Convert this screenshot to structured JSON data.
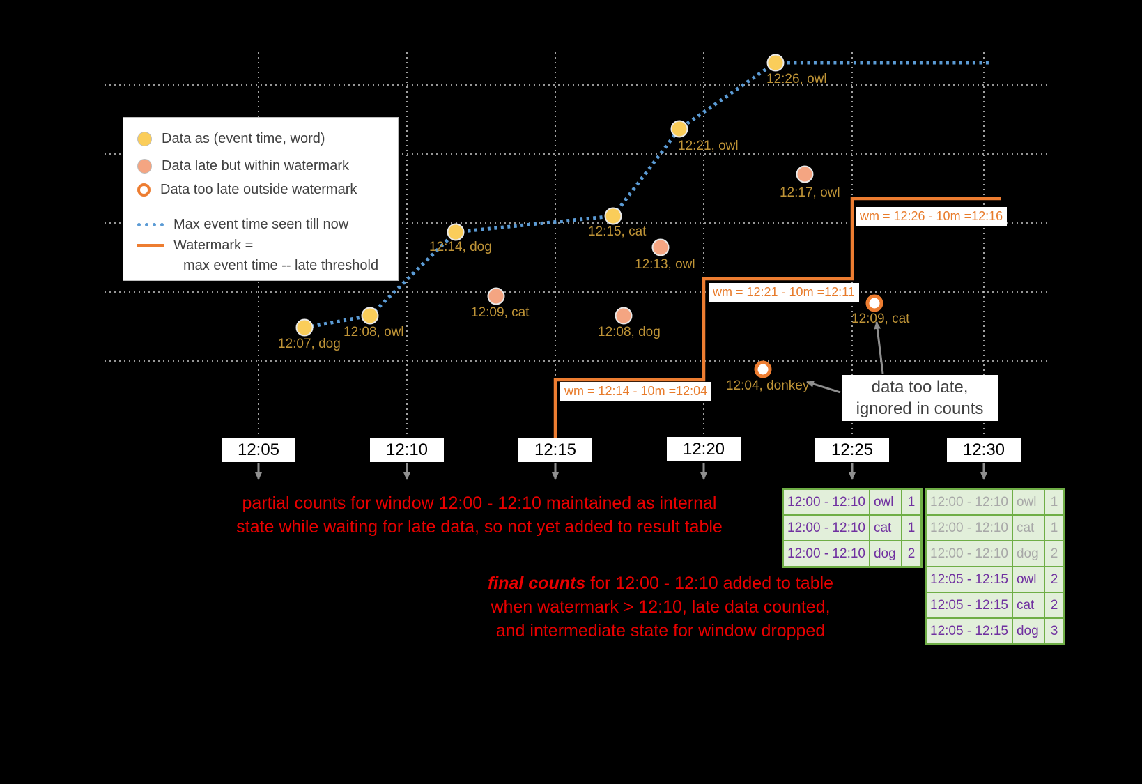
{
  "colors": {
    "background": "#000000",
    "on_time_point": "#FACD5A",
    "late_point": "#F4A582",
    "too_late_ring": "#ED7D31",
    "max_event_time_line": "#5B9BD5",
    "watermark_line": "#ED7D31",
    "point_label": "#BF9437",
    "annotation_red": "#E80000",
    "table_text": "#7030A0",
    "table_muted_text": "#A8A8A8",
    "table_border": "#6FAE46",
    "table_background": "#E2EFDA"
  },
  "legend": {
    "items": [
      {
        "label": "Data as (event time, word)"
      },
      {
        "label": "Data late but within watermark"
      },
      {
        "label": "Data too late outside watermark"
      },
      {
        "label": "Max event time seen till now"
      },
      {
        "label": "Watermark =",
        "label2": "max event time -- late threshold"
      }
    ]
  },
  "points": {
    "on_time": [
      {
        "label": "12:07, dog"
      },
      {
        "label": "12:08, owl"
      },
      {
        "label": "12:14, dog"
      },
      {
        "label": "12:15, cat"
      },
      {
        "label": "12:21, owl"
      },
      {
        "label": "12:26, owl"
      }
    ],
    "late": [
      {
        "label": "12:09, cat"
      },
      {
        "label": "12:08, dog"
      },
      {
        "label": "12:13, owl"
      },
      {
        "label": "12:17, owl"
      }
    ],
    "too_late": [
      {
        "label": "12:04, donkey"
      },
      {
        "label": "12:09, cat"
      }
    ]
  },
  "watermark_labels": [
    "wm = 12:14 - 10m =12:04",
    "wm = 12:21 - 10m =12:11",
    "wm = 12:26 - 10m =12:16"
  ],
  "axis": {
    "ticks": [
      "12:05",
      "12:10",
      "12:15",
      "12:20",
      "12:25",
      "12:30"
    ]
  },
  "annotations": {
    "partial_counts_line1": "partial counts for window 12:00 - 12:10 maintained as internal",
    "partial_counts_line2": "state while waiting for late data, so not yet added  to result table",
    "final_counts_em": "final counts",
    "final_counts_line1_rest": " for 12:00 - 12:10 added to table",
    "final_counts_line2": "when watermark > 12:10, late data counted,",
    "final_counts_line3": "and intermediate state for window dropped",
    "too_late_note_line1": "data too late,",
    "too_late_note_line2": "ignored in counts"
  },
  "result_tables": {
    "at_1225": {
      "rows": [
        {
          "window": "12:00 - 12:10",
          "word": "owl",
          "count": "1"
        },
        {
          "window": "12:00 - 12:10",
          "word": "cat",
          "count": "1"
        },
        {
          "window": "12:00 - 12:10",
          "word": "dog",
          "count": "2"
        }
      ]
    },
    "at_1230": {
      "rows": [
        {
          "window": "12:00 - 12:10",
          "word": "owl",
          "count": "1",
          "muted": true
        },
        {
          "window": "12:00 - 12:10",
          "word": "cat",
          "count": "1",
          "muted": true
        },
        {
          "window": "12:00 - 12:10",
          "word": "dog",
          "count": "2",
          "muted": true
        },
        {
          "window": "12:05 - 12:15",
          "word": "owl",
          "count": "2",
          "muted": false
        },
        {
          "window": "12:05 - 12:15",
          "word": "cat",
          "count": "2",
          "muted": false
        },
        {
          "window": "12:05 - 12:15",
          "word": "dog",
          "count": "3",
          "muted": false
        }
      ]
    }
  }
}
